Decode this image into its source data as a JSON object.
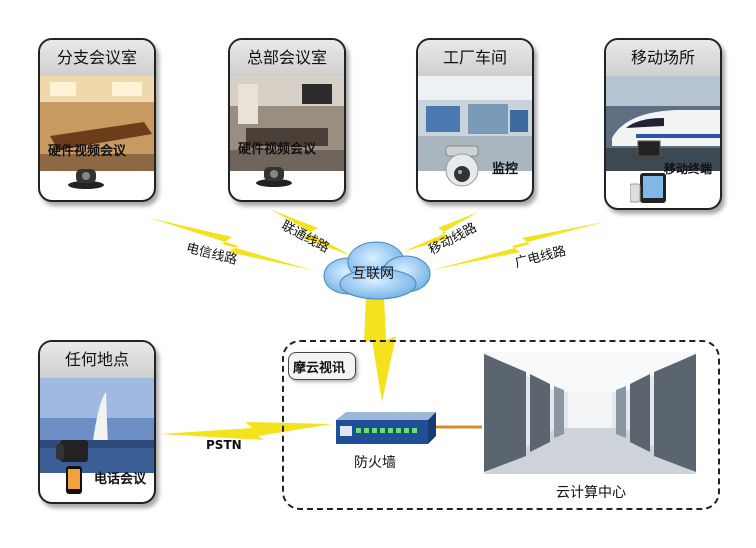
{
  "sites": {
    "branch": {
      "title": "分支会议室",
      "device": "硬件视频会议"
    },
    "hq": {
      "title": "总部会议室",
      "device": "硬件视频会议"
    },
    "factory": {
      "title": "工厂车间",
      "device": "监控"
    },
    "mobile": {
      "title": "移动场所",
      "device": "移动终端"
    },
    "anywhere": {
      "title": "任何地点",
      "device": "电话会议"
    }
  },
  "lines": {
    "telecom": "电信线路",
    "unicom": "联通线路",
    "mobile": "移动线路",
    "broadcast": "广电线路",
    "pstn": "PSTN"
  },
  "cloud_label": "互联网",
  "zone_label": "摩云视讯",
  "firewall_label": "防火墙",
  "datacenter_label": "云计算中心",
  "colors": {
    "lightning": "#f4e21c",
    "cloud": "#8fc3ec",
    "border": "#222222"
  }
}
